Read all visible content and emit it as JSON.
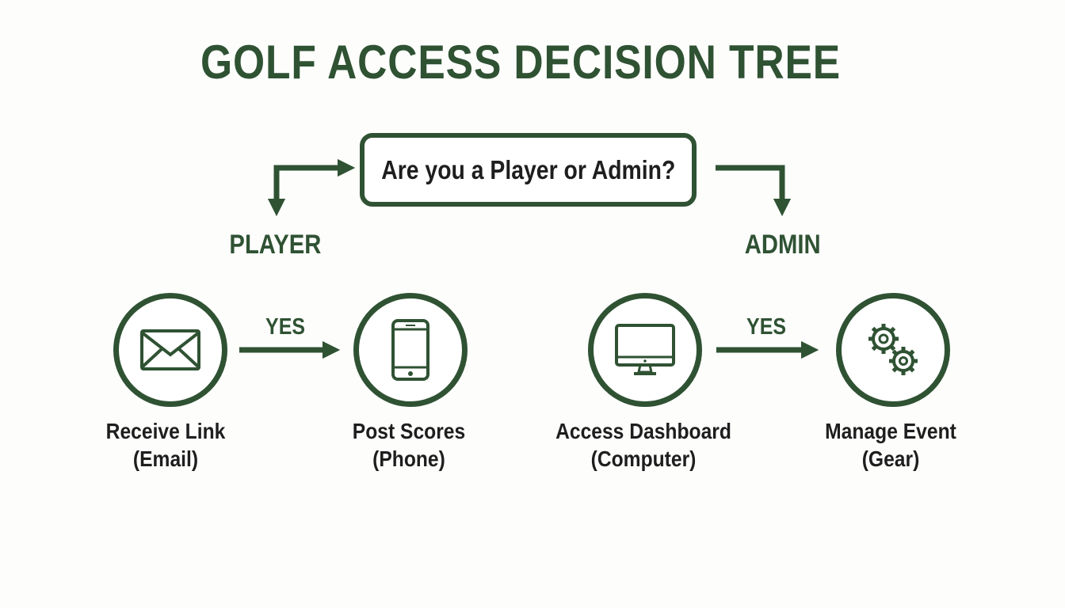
{
  "title": "GOLF ACCESS DECISION TREE",
  "question": "Are you a Player or Admin?",
  "branches": {
    "player": "PLAYER",
    "admin": "ADMIN"
  },
  "connectors": {
    "player_yes": "YES",
    "admin_yes": "YES"
  },
  "nodes": [
    {
      "icon": "envelope-icon",
      "line1": "Receive Link",
      "line2": "(Email)"
    },
    {
      "icon": "smartphone-icon",
      "line1": "Post Scores",
      "line2": "(Phone)"
    },
    {
      "icon": "monitor-icon",
      "line1": "Access Dashboard",
      "line2": "(Computer)"
    },
    {
      "icon": "gears-icon",
      "line1": "Manage Event",
      "line2": "(Gear)"
    }
  ],
  "colors": {
    "accent": "#2f5233",
    "text": "#1e1e1e",
    "background": "#fdfdfc"
  }
}
